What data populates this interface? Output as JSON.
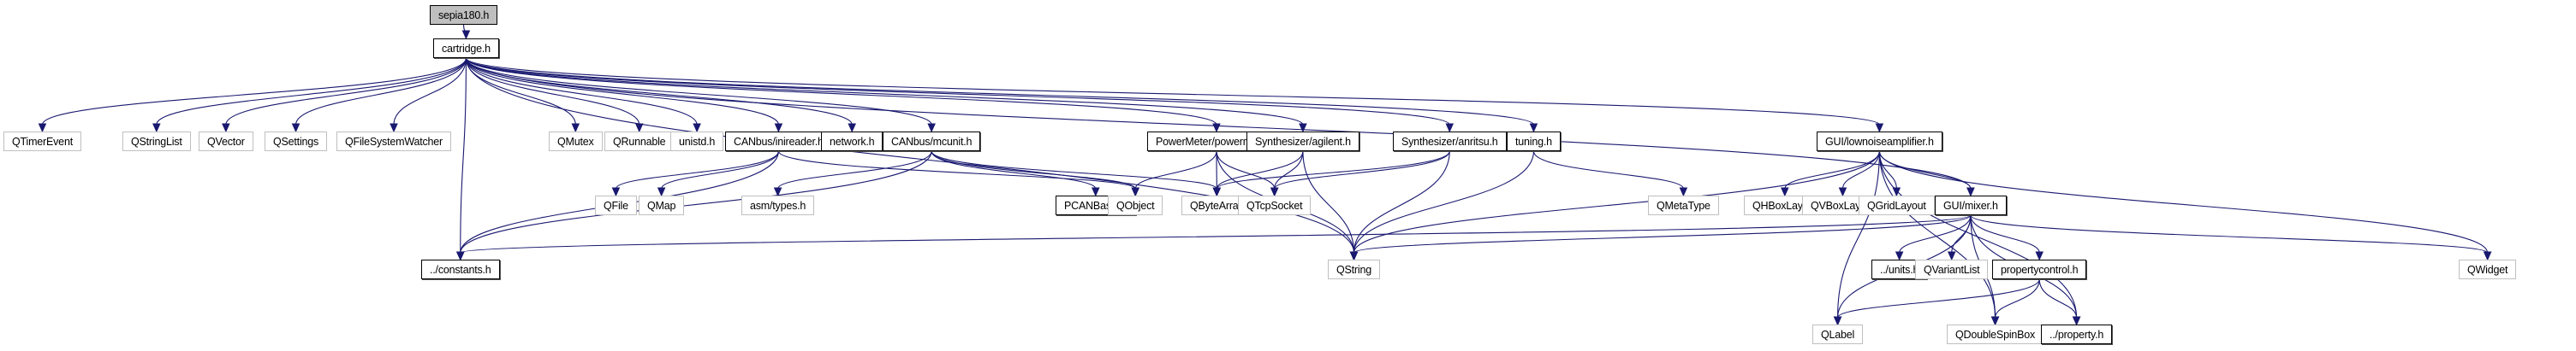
{
  "diagram": {
    "type": "include-dependency-graph",
    "edge_color": "#191970",
    "nodes": [
      {
        "id": "sepia180",
        "label": "sepia180.h",
        "kind": "root"
      },
      {
        "id": "cartridge",
        "label": "cartridge.h",
        "kind": "local"
      },
      {
        "id": "QTimerEvent",
        "label": "QTimerEvent",
        "kind": "external"
      },
      {
        "id": "QStringList",
        "label": "QStringList",
        "kind": "external"
      },
      {
        "id": "QVector",
        "label": "QVector",
        "kind": "external"
      },
      {
        "id": "QSettings",
        "label": "QSettings",
        "kind": "external"
      },
      {
        "id": "QFileSystemWatcher",
        "label": "QFileSystemWatcher",
        "kind": "external"
      },
      {
        "id": "QMutex",
        "label": "QMutex",
        "kind": "external"
      },
      {
        "id": "QRunnable",
        "label": "QRunnable",
        "kind": "external"
      },
      {
        "id": "unistd",
        "label": "unistd.h",
        "kind": "external"
      },
      {
        "id": "inireader",
        "label": "CANbus/inireader.h",
        "kind": "local"
      },
      {
        "id": "network",
        "label": "network.h",
        "kind": "local"
      },
      {
        "id": "mcunit",
        "label": "CANbus/mcunit.h",
        "kind": "local"
      },
      {
        "id": "powermeter",
        "label": "PowerMeter/powermeter.h",
        "kind": "local"
      },
      {
        "id": "agilent",
        "label": "Synthesizer/agilent.h",
        "kind": "local"
      },
      {
        "id": "anritsu",
        "label": "Synthesizer/anritsu.h",
        "kind": "local"
      },
      {
        "id": "tuning",
        "label": "tuning.h",
        "kind": "local"
      },
      {
        "id": "lna",
        "label": "GUI/lownoiseamplifier.h",
        "kind": "local"
      },
      {
        "id": "QFile",
        "label": "QFile",
        "kind": "external"
      },
      {
        "id": "QMap",
        "label": "QMap",
        "kind": "external"
      },
      {
        "id": "asmtypes",
        "label": "asm/types.h",
        "kind": "external"
      },
      {
        "id": "PCANBasic",
        "label": "PCANBasic.h",
        "kind": "local"
      },
      {
        "id": "QObject",
        "label": "QObject",
        "kind": "external"
      },
      {
        "id": "QByteArray",
        "label": "QByteArray",
        "kind": "external"
      },
      {
        "id": "QTcpSocket",
        "label": "QTcpSocket",
        "kind": "external"
      },
      {
        "id": "QMetaType",
        "label": "QMetaType",
        "kind": "external"
      },
      {
        "id": "QHBoxLayout",
        "label": "QHBoxLayout",
        "kind": "external"
      },
      {
        "id": "QVBoxLayout",
        "label": "QVBoxLayout",
        "kind": "external"
      },
      {
        "id": "QGridLayout",
        "label": "QGridLayout",
        "kind": "external"
      },
      {
        "id": "mixer",
        "label": "GUI/mixer.h",
        "kind": "local"
      },
      {
        "id": "QWidget",
        "label": "QWidget",
        "kind": "external"
      },
      {
        "id": "constants",
        "label": "../constants.h",
        "kind": "local"
      },
      {
        "id": "QString",
        "label": "QString",
        "kind": "external"
      },
      {
        "id": "units",
        "label": "../units.h",
        "kind": "local"
      },
      {
        "id": "QVariantList",
        "label": "QVariantList",
        "kind": "external"
      },
      {
        "id": "propertycontrol",
        "label": "propertycontrol.h",
        "kind": "local"
      },
      {
        "id": "QLabel",
        "label": "QLabel",
        "kind": "external"
      },
      {
        "id": "QDoubleSpinBox",
        "label": "QDoubleSpinBox",
        "kind": "external"
      },
      {
        "id": "property",
        "label": "../property.h",
        "kind": "local"
      }
    ],
    "edges": [
      [
        "sepia180",
        "cartridge"
      ],
      [
        "cartridge",
        "QTimerEvent"
      ],
      [
        "cartridge",
        "QStringList"
      ],
      [
        "cartridge",
        "QVector"
      ],
      [
        "cartridge",
        "QSettings"
      ],
      [
        "cartridge",
        "QFileSystemWatcher"
      ],
      [
        "cartridge",
        "QMutex"
      ],
      [
        "cartridge",
        "QRunnable"
      ],
      [
        "cartridge",
        "unistd"
      ],
      [
        "cartridge",
        "inireader"
      ],
      [
        "cartridge",
        "network"
      ],
      [
        "cartridge",
        "mcunit"
      ],
      [
        "cartridge",
        "powermeter"
      ],
      [
        "cartridge",
        "agilent"
      ],
      [
        "cartridge",
        "anritsu"
      ],
      [
        "cartridge",
        "tuning"
      ],
      [
        "cartridge",
        "lna"
      ],
      [
        "cartridge",
        "mixer"
      ],
      [
        "cartridge",
        "constants"
      ],
      [
        "cartridge",
        "QString"
      ],
      [
        "inireader",
        "QFile"
      ],
      [
        "inireader",
        "QMap"
      ],
      [
        "inireader",
        "constants"
      ],
      [
        "inireader",
        "QObject"
      ],
      [
        "mcunit",
        "asmtypes"
      ],
      [
        "mcunit",
        "PCANBasic"
      ],
      [
        "mcunit",
        "QObject"
      ],
      [
        "mcunit",
        "QByteArray"
      ],
      [
        "mcunit",
        "constants"
      ],
      [
        "powermeter",
        "QObject"
      ],
      [
        "powermeter",
        "QByteArray"
      ],
      [
        "powermeter",
        "QTcpSocket"
      ],
      [
        "powermeter",
        "QString"
      ],
      [
        "agilent",
        "QByteArray"
      ],
      [
        "agilent",
        "QTcpSocket"
      ],
      [
        "agilent",
        "QString"
      ],
      [
        "anritsu",
        "QByteArray"
      ],
      [
        "anritsu",
        "QTcpSocket"
      ],
      [
        "anritsu",
        "QString"
      ],
      [
        "tuning",
        "QMetaType"
      ],
      [
        "tuning",
        "QString"
      ],
      [
        "lna",
        "QHBoxLayout"
      ],
      [
        "lna",
        "QVBoxLayout"
      ],
      [
        "lna",
        "QGridLayout"
      ],
      [
        "lna",
        "mixer"
      ],
      [
        "lna",
        "QWidget"
      ],
      [
        "lna",
        "QString"
      ],
      [
        "lna",
        "QLabel"
      ],
      [
        "lna",
        "QDoubleSpinBox"
      ],
      [
        "lna",
        "property"
      ],
      [
        "mixer",
        "constants"
      ],
      [
        "mixer",
        "QString"
      ],
      [
        "mixer",
        "units"
      ],
      [
        "mixer",
        "QVariantList"
      ],
      [
        "mixer",
        "propertycontrol"
      ],
      [
        "mixer",
        "QWidget"
      ],
      [
        "mixer",
        "QLabel"
      ],
      [
        "mixer",
        "QDoubleSpinBox"
      ],
      [
        "mixer",
        "property"
      ],
      [
        "propertycontrol",
        "QLabel"
      ],
      [
        "propertycontrol",
        "QDoubleSpinBox"
      ],
      [
        "propertycontrol",
        "property"
      ]
    ]
  }
}
